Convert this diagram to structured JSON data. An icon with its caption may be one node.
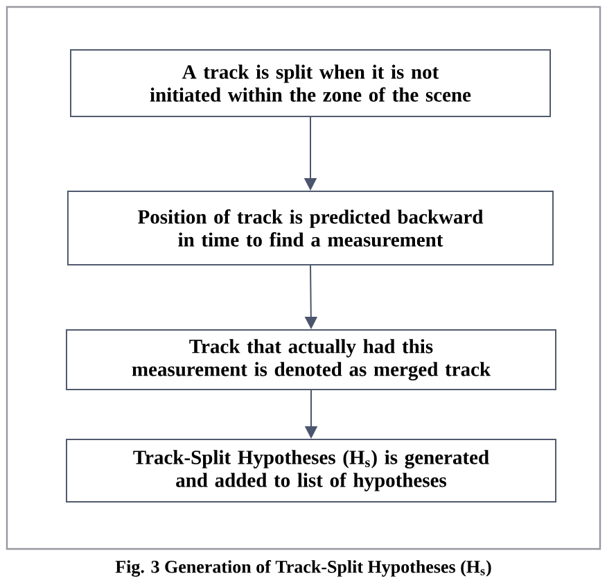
{
  "diagram": {
    "caption": "Fig. 3      Generation of Track-Split Hypotheses (H$_{s}$)",
    "nodes": [
      {
        "text": [
          "A track is split when it is not initiated within the zone of the scene"
        ]
      },
      {
        "text": [
          "Position of track is predicted backward in time to find a measurement"
        ]
      },
      {
        "text": [
          "Track that actually had this measurement is denoted as merged track"
        ]
      },
      {
        "text": [
          "Track-Split Hypotheses (H$_{s}$) is generated and added to list of hypotheses"
        ]
      }
    ],
    "edges": [
      {
        "from": 0,
        "to": 1,
        "arrow": "to"
      },
      {
        "from": 1,
        "to": 2,
        "arrow": "to"
      },
      {
        "from": 2,
        "to": 3,
        "arrow": "to"
      }
    ]
  }
}
